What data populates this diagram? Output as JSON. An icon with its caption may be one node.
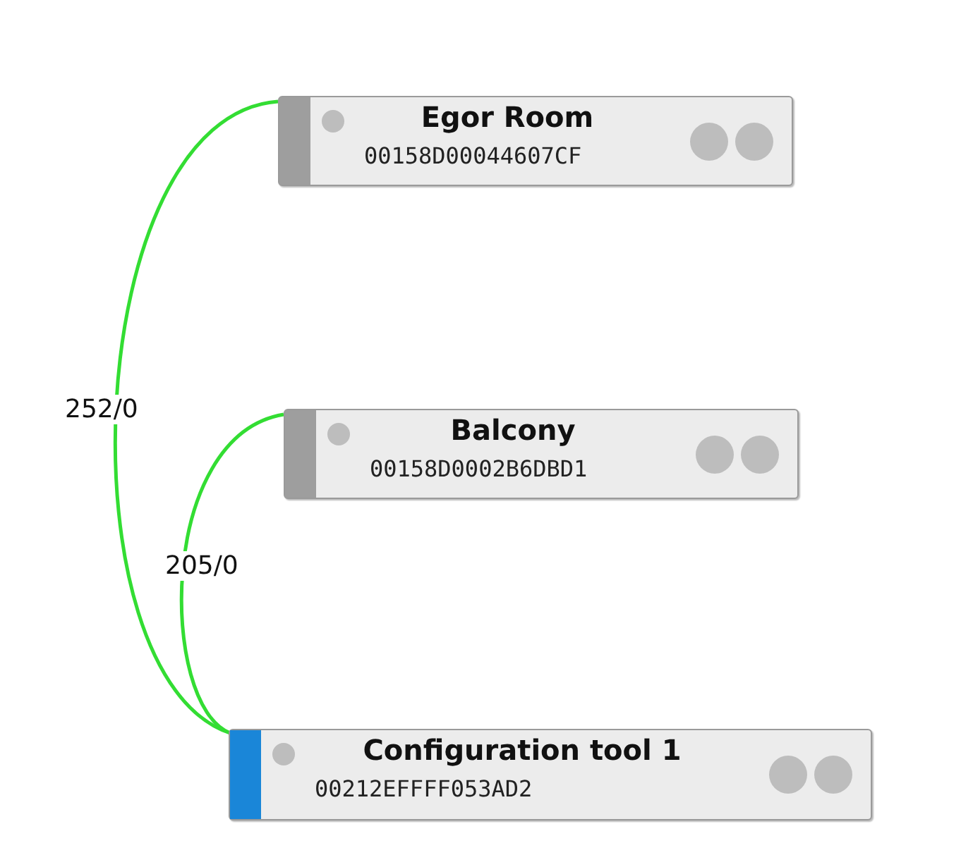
{
  "diagram": {
    "nodes": [
      {
        "text": [
          "Egor Room",
          "00158D00044607CF"
        ]
      },
      {
        "text": [
          "Balcony",
          "00158D0002B6DBD1"
        ]
      },
      {
        "text": [
          "Configuration tool 1",
          "00212EFFFF053AD2"
        ]
      }
    ],
    "edges": [
      {
        "from": 0,
        "to": 2,
        "arrow": "none",
        "label": "252/0"
      },
      {
        "from": 1,
        "to": 2,
        "arrow": "none",
        "label": "205/0"
      }
    ]
  }
}
